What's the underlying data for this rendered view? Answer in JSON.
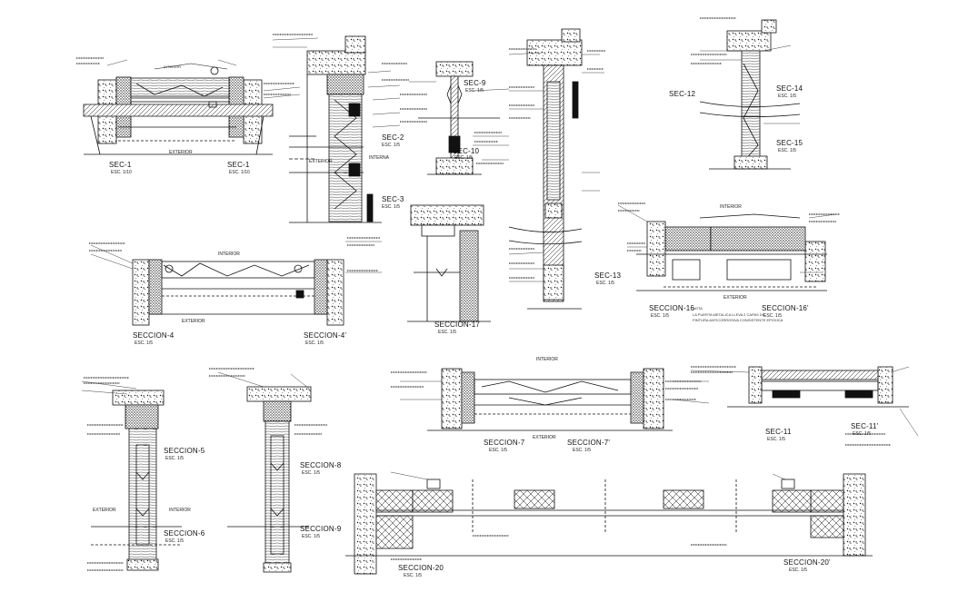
{
  "sections": {
    "sec1a": "SEC-1",
    "sec1b": "SEC-1",
    "sec2": "SEC-2",
    "sec3": "SEC-3",
    "sec9": "SEC-9",
    "sec10": "SEC-10",
    "sec12": "SEC-12",
    "sec13": "SEC-13",
    "sec14": "SEC-14",
    "sec15": "SEC-15",
    "s4": "SECCION-4",
    "s4p": "SECCION-4'",
    "s5": "SECCION-5",
    "s6": "SECCION-6",
    "s7": "SECCION-7",
    "s7p": "SECCION-7'",
    "s8": "SECCION-8",
    "s9": "SECCION-9",
    "s11": "SEC-11",
    "s11p": "SEC-11'",
    "s16": "SECCION-16",
    "s16p": "SECCION-16'",
    "s17": "SECCION-17",
    "s20": "SECCION-20",
    "s20p": "SECCION-20'"
  },
  "scales": {
    "e10": "ESC. 1/10",
    "e5": "ESC. 1/5"
  },
  "words": {
    "interior": "INTERIOR",
    "exterior": "EXTERIOR",
    "interna": "INTERNA",
    "nota": "NOTA"
  },
  "note_lines": [
    "LA PUERTA METALICA LLEVA 2 CAPAS DE",
    "PINTURA ANTICORROSIVA CONSISTENTE EPOXICA"
  ],
  "colors": {
    "line": "#111111",
    "paper": "#ffffff"
  }
}
